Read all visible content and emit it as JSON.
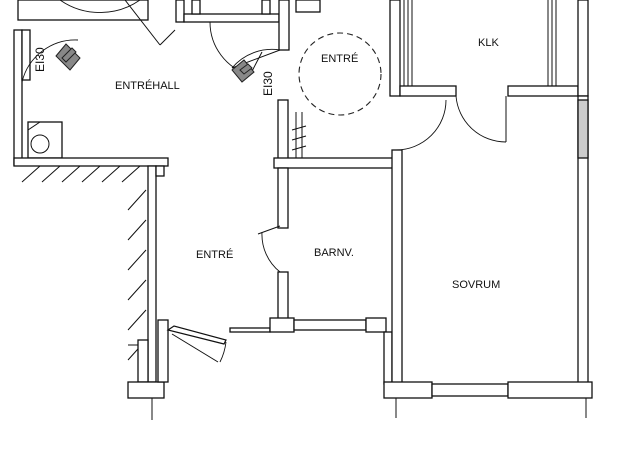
{
  "rooms": {
    "entrehall": "ENTRÉHALL",
    "entre_upper": "ENTRÉ",
    "klk": "KLK",
    "entre_lower": "ENTRÉ",
    "barnv": "BARNV.",
    "sovrum": "SOVRUM"
  },
  "labels": {
    "fire_rating_left": "EI30",
    "fire_rating_right": "EI30"
  },
  "icons": {
    "fire_door": "fire-door-closer-icon",
    "fixture": "bathroom-fixture-icon"
  },
  "colors": {
    "line": "#111111",
    "background": "#ffffff",
    "fixture": "#888888"
  }
}
